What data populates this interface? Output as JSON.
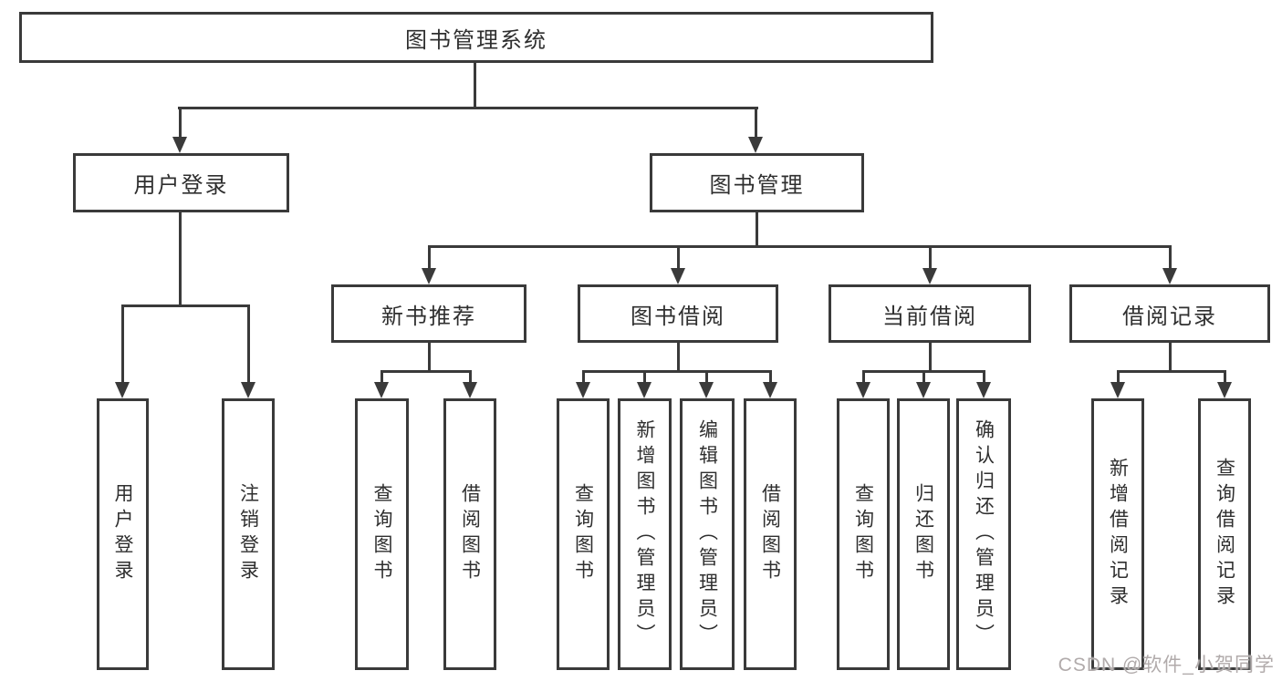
{
  "diagram": {
    "type": "hierarchy-tree",
    "tree": {
      "label": "图书管理系统",
      "children": [
        {
          "label": "用户登录",
          "children": [
            {
              "label": "用户登录"
            },
            {
              "label": "注销登录"
            }
          ]
        },
        {
          "label": "图书管理",
          "children": [
            {
              "label": "新书推荐",
              "children": [
                {
                  "label": "查询图书"
                },
                {
                  "label": "借阅图书"
                }
              ]
            },
            {
              "label": "图书借阅",
              "children": [
                {
                  "label": "查询图书"
                },
                {
                  "label": "新增图书（管理员）"
                },
                {
                  "label": "编辑图书（管理员）"
                },
                {
                  "label": "借阅图书"
                }
              ]
            },
            {
              "label": "当前借阅",
              "children": [
                {
                  "label": "查询图书"
                },
                {
                  "label": "归还图书"
                },
                {
                  "label": "确认归还（管理员）"
                }
              ]
            },
            {
              "label": "借阅记录",
              "children": [
                {
                  "label": "新增借阅记录"
                },
                {
                  "label": "查询借阅记录"
                }
              ]
            }
          ]
        }
      ]
    }
  },
  "watermark": {
    "text": "CSDN @软件_小贺同学"
  },
  "colors": {
    "line": "#3a3a3a",
    "text": "#2f2f2f",
    "background": "#ffffff",
    "watermark": "#b1abab"
  }
}
